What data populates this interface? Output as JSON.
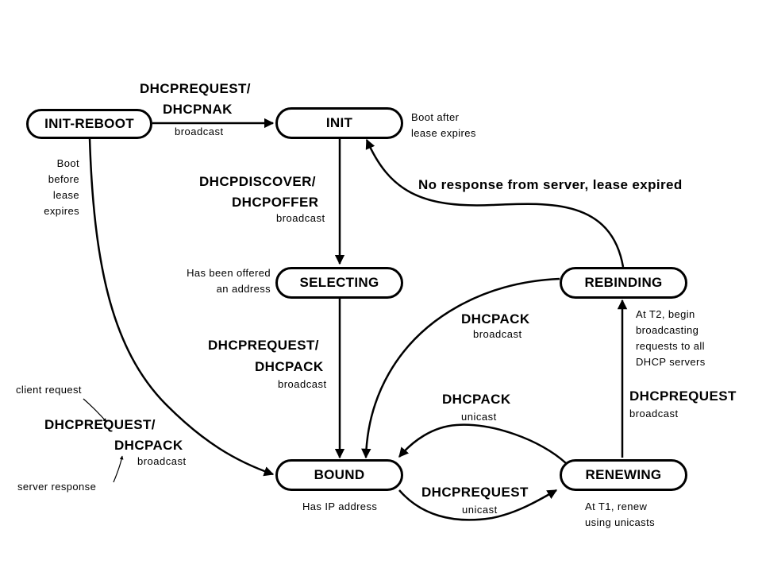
{
  "states": {
    "init_reboot": "INIT-REBOOT",
    "init": "INIT",
    "selecting": "SELECTING",
    "rebinding": "REBINDING",
    "bound": "BOUND",
    "renewing": "RENEWING"
  },
  "transitions": {
    "reboot_to_init": {
      "message_1": "DHCPREQUEST/",
      "message_2": "DHCPNAK",
      "mode": "broadcast"
    },
    "init_to_selecting": {
      "message_1": "DHCPDISCOVER/",
      "message_2": "DHCPOFFER",
      "mode": "broadcast"
    },
    "selecting_to_bound": {
      "message_1": "DHCPREQUEST/",
      "message_2": "DHCPACK",
      "mode": "broadcast"
    },
    "reboot_to_bound": {
      "message_1": "DHCPREQUEST/",
      "message_2": "DHCPACK",
      "mode": "broadcast"
    },
    "rebinding_to_bound": {
      "message": "DHCPACK",
      "mode": "broadcast"
    },
    "renewing_to_bound": {
      "message": "DHCPACK",
      "mode": "unicast"
    },
    "bound_to_renewing": {
      "message": "DHCPREQUEST",
      "mode": "unicast"
    },
    "renewing_to_rebinding": {
      "message": "DHCPREQUEST",
      "mode": "broadcast"
    },
    "rebinding_to_init": {
      "message": "No response from server, lease expired"
    }
  },
  "notes": {
    "boot_after": [
      "Boot after",
      "lease expires"
    ],
    "boot_before": [
      "Boot",
      "before",
      "lease",
      "expires"
    ],
    "offered": [
      "Has been offered",
      "an address"
    ],
    "client_request": "client request",
    "server_response": "server response",
    "has_ip": "Has IP address",
    "t1": [
      "At T1, renew",
      "using unicasts"
    ],
    "t2": [
      "At T2, begin",
      "broadcasting",
      "requests to all",
      "DHCP servers"
    ]
  }
}
